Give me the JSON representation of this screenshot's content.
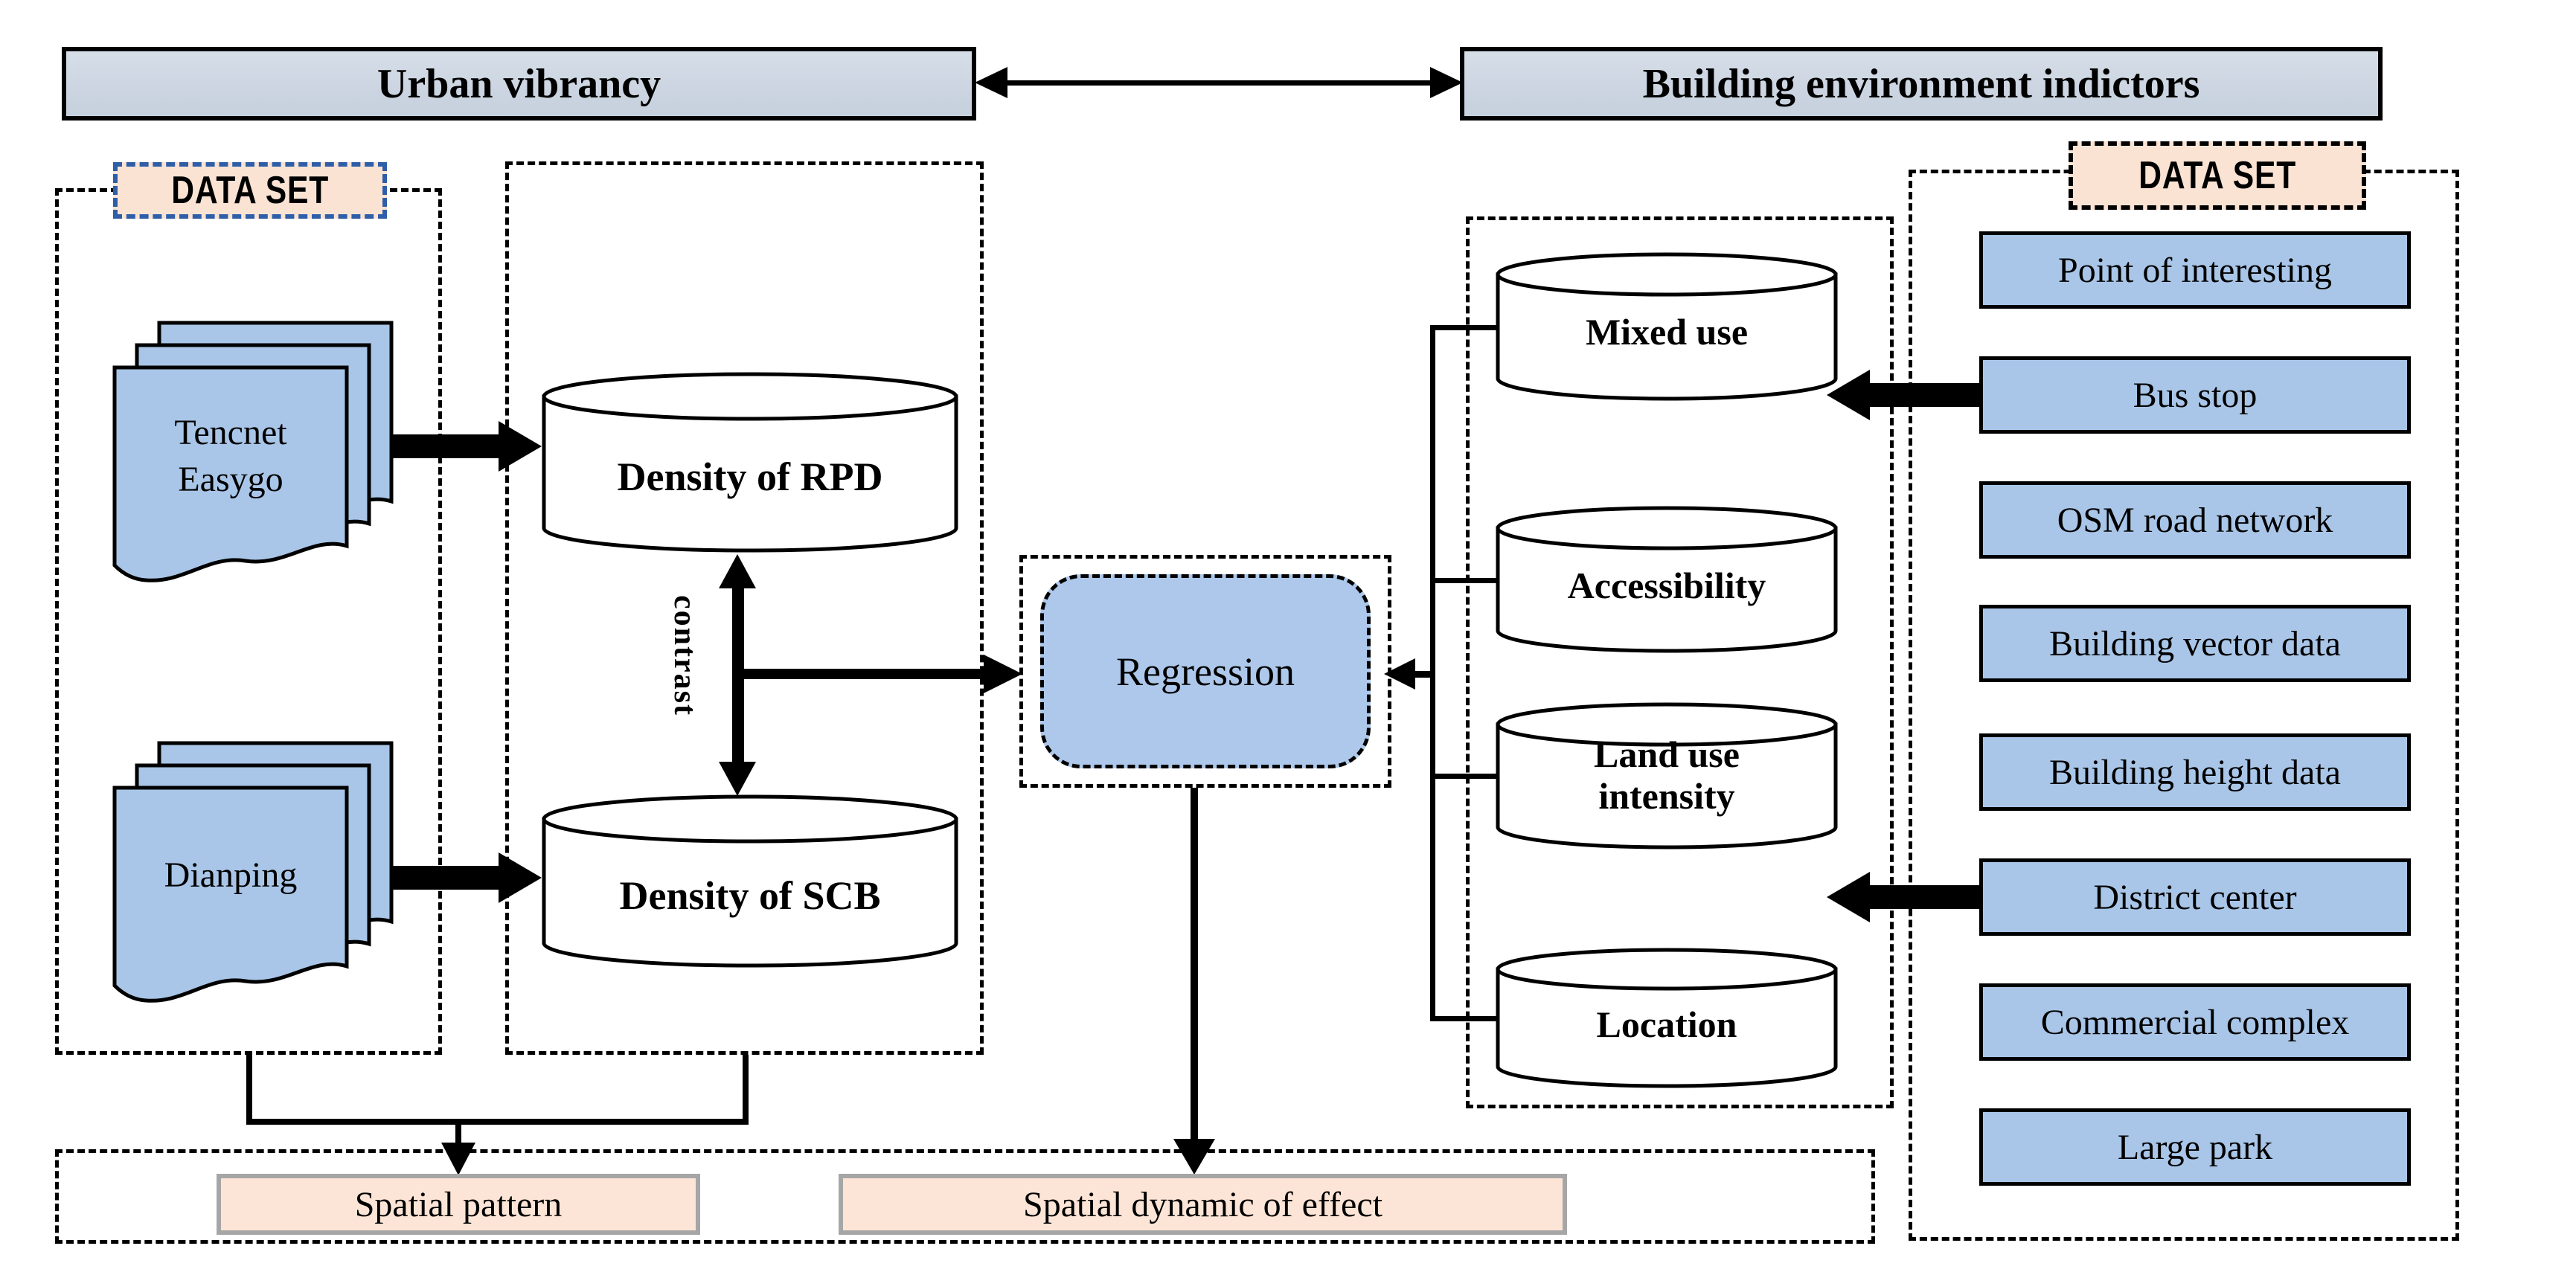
{
  "headers": {
    "left": "Urban vibrancy",
    "right": "Building environment indictors"
  },
  "left_dataset": {
    "label": "DATA SET",
    "documents": [
      {
        "lines": [
          "Tencnet",
          "Easygo"
        ]
      },
      {
        "lines": [
          "Dianping"
        ]
      }
    ]
  },
  "vibrancy_panel": {
    "cylinders": [
      {
        "label": "Density of RPD"
      },
      {
        "label": "Density of SCB"
      }
    ],
    "contrast_label": "contrast"
  },
  "regression": {
    "label": "Regression"
  },
  "indicators_panel": {
    "cylinders": [
      {
        "label": "Mixed use"
      },
      {
        "label": "Accessibility"
      },
      {
        "label": "Land use intensity"
      },
      {
        "label": "Location"
      }
    ]
  },
  "right_dataset": {
    "label": "DATA SET",
    "items": [
      "Point of interesting",
      "Bus stop",
      "OSM road network",
      "Building vector data",
      "Building height data",
      "District center",
      "Commercial complex",
      "Large park"
    ]
  },
  "outputs": {
    "spatial_pattern": "Spatial pattern",
    "spatial_dynamic": "Spatial dynamic of effect"
  },
  "colors": {
    "header_fill": "#ccd5e1",
    "box_blue": "#a9c6e8",
    "regression_blue": "#adc8ea",
    "peach": "#fbe3d4",
    "dataset_border_blue": "#2e5ea8",
    "spatial_border_gray": "#a6a6a6",
    "cylinder_fill": "#ffffff",
    "line_black": "#000000"
  }
}
